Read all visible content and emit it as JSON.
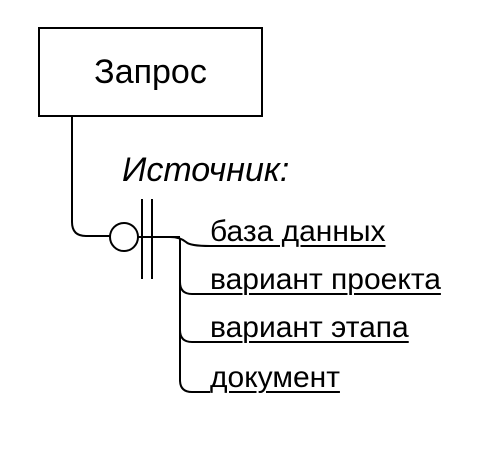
{
  "entity": {
    "title": "Запрос"
  },
  "relationship": {
    "role_label": "Источник:"
  },
  "items": [
    {
      "label": "база данных"
    },
    {
      "label": "вариант проекта"
    },
    {
      "label": "вариант этапа"
    },
    {
      "label": "документ"
    }
  ],
  "colors": {
    "stroke": "#000000",
    "background": "#ffffff"
  },
  "notation": {
    "connector_symbol": "circle-with-double-bar"
  }
}
